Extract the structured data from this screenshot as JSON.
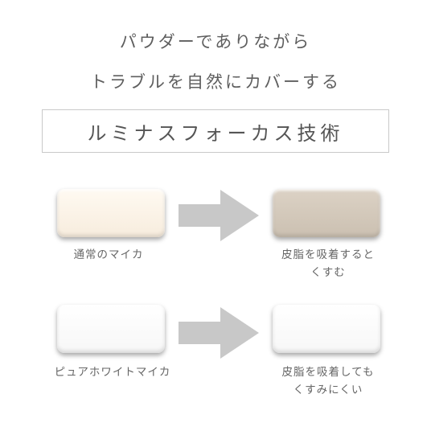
{
  "headline": {
    "line1": "パウダーでありながら",
    "line2": "トラブルを自然にカバーする"
  },
  "technology_title": "ルミナスフォーカス技術",
  "colors": {
    "arrow": "#c8c8c8",
    "border": "#c9c9c9",
    "chip_normal": "#f7ecdd",
    "chip_dull": "#cbc0b1",
    "chip_white": "#ffffff"
  },
  "comparisons": [
    {
      "before_label": "通常のマイカ",
      "after_label_line1": "皮脂を吸着すると",
      "after_label_line2": "くすむ"
    },
    {
      "before_label": "ピュアホワイトマイカ",
      "after_label_line1": "皮脂を吸着しても",
      "after_label_line2": "くすみにくい"
    }
  ]
}
